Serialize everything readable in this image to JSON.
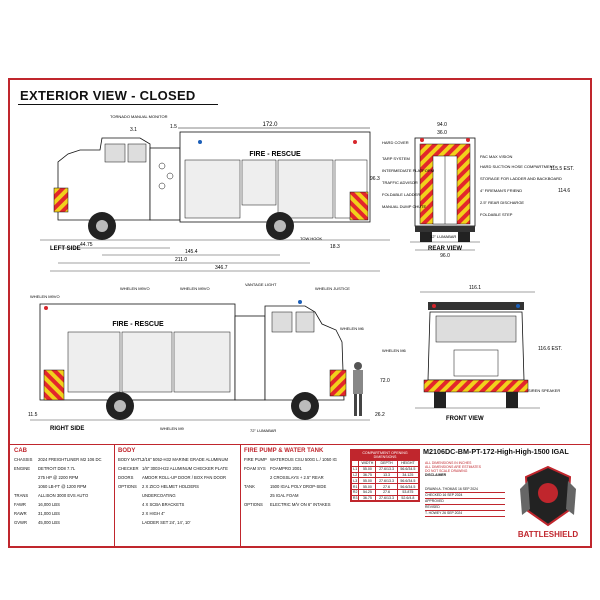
{
  "title": "EXTERIOR VIEW - CLOSED",
  "views": {
    "left": "LEFT SIDE",
    "rear": "REAR VIEW",
    "right": "RIGHT SIDE",
    "front": "FRONT VIEW"
  },
  "body_text": "FIRE - RESCUE",
  "dimensions": {
    "d1": "172.0",
    "d2": "3.1",
    "d3": "1.5",
    "d4": "44.75",
    "d5": "145.4",
    "d6": "211.0",
    "d7": "346.7",
    "d8": "96.3",
    "d9": "18.3",
    "d10": "94.0",
    "d11": "36.0",
    "d12": "115.5 EST.",
    "d13": "114.6",
    "d14": "96.0",
    "d15": "116.1",
    "d16": "116.6 EST.",
    "d17": "72.0",
    "d18": "11.5",
    "d19": "26.2"
  },
  "callouts": {
    "tornado": "TORNADO MANUAL MONITOR",
    "tow": "TOW HOOK",
    "hard_cover": "HARD COVER",
    "tarp": "TARP SYSTEM",
    "platform": "INTERMEDIATE PLATFORM",
    "traffic": "TRAFFIC ADVISOR",
    "foldable": "FOLDABLE LADDER",
    "dump": "MANUAL DUMP CHUTE",
    "lumabar": "32\" LUMABAR",
    "pac": "PAC MAX VISION",
    "hard_suction": "HARD SUCTION HOSE COMPARTMENT",
    "storage": "STORAGE FOR LADDER AND BACKBOARD",
    "friend": "4\" FIREMAN'S FRIEND",
    "rear_discharge": "2.5\" REAR DISCHARGE",
    "step": "FOLDABLE STEP",
    "whelen_m9vo": "WHELEN M9VO",
    "whelen_m9vo2": "WHELEN M9VO",
    "whelen_m9vo3": "WHELEN M9VO",
    "vantage": "VANTAGE LIGHT",
    "justice": "WHELEN JUSTICE",
    "m6": "WHELEN M6",
    "m6b": "WHELEN M6",
    "m9": "WHELEN M9",
    "lumabar2": "72\" LUMABAR",
    "siren": "SIREN SPEAKER"
  },
  "specs": {
    "cab_header": "CAB",
    "cab": [
      {
        "k": "CHASSIS",
        "v": "2024 FREIGHTLINER M2 106 DC"
      },
      {
        "k": "ENGINE",
        "v": "DETROIT DD8 7.7L"
      },
      {
        "k": "",
        "v": "275 HP @ 2200 RPM"
      },
      {
        "k": "",
        "v": "1060 LB-FT @ 1200 RPM"
      },
      {
        "k": "TRANS",
        "v": "ALLISON 3000 EVS AUTO"
      },
      {
        "k": "FAWR",
        "v": "16,000 LBS"
      },
      {
        "k": "RAWR",
        "v": "31,000 LBS"
      },
      {
        "k": "GVWR",
        "v": "45,000 LBS"
      }
    ],
    "body_header": "BODY",
    "body": [
      {
        "k": "BODY MAT'L",
        "v": "3/16\" 5052-H32 MARINE GRADE ALUMINUM"
      },
      {
        "k": "CHECKER",
        "v": "1/8\" 3003-H22 ALUMINUM CHECKER PLATE"
      },
      {
        "k": "DOORS",
        "v": "AMDOR ROLL-UP DOOR / BOX PAN DOOR"
      },
      {
        "k": "OPTIONS",
        "v": "2 X ZICO HELMET HOLDERS"
      },
      {
        "k": "",
        "v": "UNDERCOATING"
      },
      {
        "k": "",
        "v": "4 X SCBA BRACKETS"
      },
      {
        "k": "",
        "v": "2 X HIGH 4\""
      },
      {
        "k": "",
        "v": "LADDER SET 24', 14', 10'"
      }
    ],
    "pump_header": "FIRE PUMP & WATER TANK",
    "pump": [
      {
        "k": "FIRE PUMP",
        "v": "WATEROUS CSU 500G L / 1050 IG"
      },
      {
        "k": "FOAM SYS",
        "v": "FOAMPRO 2001"
      },
      {
        "k": "",
        "v": "2 CROSSLAYS + 2.5\" REAR"
      },
      {
        "k": "TANK",
        "v": "1500 IGAL POLY DROP-SIDE"
      },
      {
        "k": "",
        "v": "25 IGAL FOAM"
      },
      {
        "k": "OPTIONS",
        "v": "ELECTRIC M/V ON 6\" INTAKES"
      }
    ],
    "table_header": "COMPARTMENT OPENING DIMENSIONS",
    "table_cols": [
      "",
      "WIDTH",
      "DEPTH",
      "HEIGHT"
    ],
    "table_rows": [
      [
        "L1",
        "55.00",
        "27.6/13.3",
        "56.6/34.5"
      ],
      [
        "L2",
        "36.75",
        "13.3",
        "34.125"
      ],
      [
        "L3",
        "55.00",
        "27.6/13.3",
        "56.6/34.5"
      ],
      [
        "R1",
        "55.00",
        "27.6",
        "56.6/34.5"
      ],
      [
        "R2",
        "54.25",
        "27.6",
        "53.875"
      ],
      [
        "R3",
        "36.75",
        "27.6/13.3",
        "52.6/4.8"
      ]
    ],
    "model": "M2106DC-BM-PT-172-High-High-1500 IGAL",
    "notes": [
      "ALL DIMENSIONS IN INCHES",
      "ALL DIMENSIONS ARE ESTIMATES",
      "DO NOT SCALE DRAWING"
    ],
    "disclaimer": "DISCLAIMER",
    "approval": [
      {
        "k": "DRAWN",
        "v": "A. THOMAS",
        "d": "16 SEP 2024"
      },
      {
        "k": "CHECKED",
        "v": "",
        "d": "16 SEP 2024"
      },
      {
        "k": "APPROVED",
        "v": "",
        "d": ""
      },
      {
        "k": "REVISED",
        "v": "",
        "d": ""
      },
      {
        "k": "",
        "v": "T. HOWEY",
        "d": "26 SEP 2024"
      }
    ],
    "logo_text": "BATTLESHIELD"
  }
}
